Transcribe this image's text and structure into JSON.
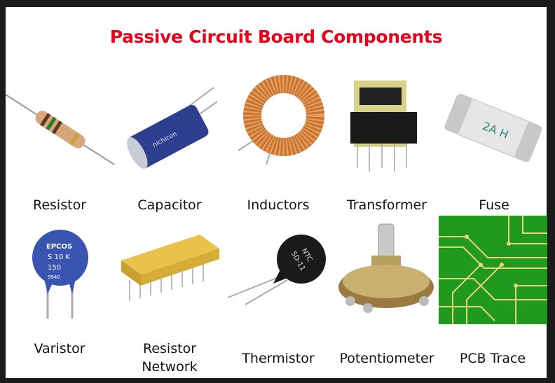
{
  "title": "Passive Circuit Board Components",
  "colors": {
    "title": "#e8001a",
    "frame": "#1b1b1b"
  },
  "components": [
    {
      "label": "Resistor"
    },
    {
      "label": "Capacitor",
      "marking": "nichicon"
    },
    {
      "label": "Inductors"
    },
    {
      "label": "Transformer"
    },
    {
      "label": "Fuse",
      "marking": "2A H"
    },
    {
      "label": "Varistor",
      "marking": [
        "EPCOS",
        "S 10 K",
        "150",
        "9940"
      ]
    },
    {
      "label": "Resistor Network",
      "label_lines": [
        "Resistor",
        "Network"
      ]
    },
    {
      "label": "Thermistor",
      "marking": [
        "NTC",
        "5D-11"
      ]
    },
    {
      "label": "Potentiometer"
    },
    {
      "label": "PCB Trace"
    }
  ]
}
